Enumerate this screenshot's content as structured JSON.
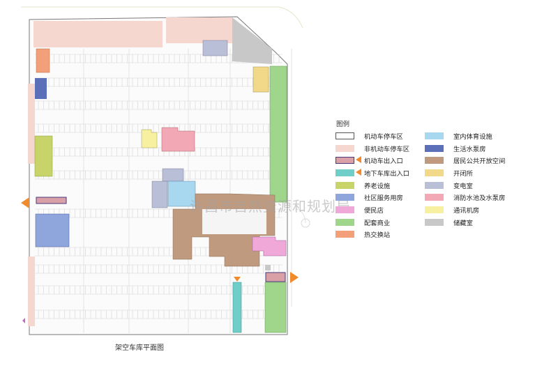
{
  "legend": {
    "title": "图例",
    "items_left": [
      {
        "label": "机动车停车区",
        "color": "#ffffff",
        "border": "#555555",
        "icon": "car-parking-symbol-icon"
      },
      {
        "label": "非机动车停车区",
        "color": "#f6d7cf"
      },
      {
        "label": "机动车出入口",
        "color": "#d9a0a8",
        "border": "#4a3a7a",
        "icon": "entrance-arrow-icon"
      },
      {
        "label": "地下车库出入口",
        "color": "#6fcfc8",
        "icon": "entrance-arrow-icon"
      },
      {
        "label": "养老设施",
        "color": "#c8d46a"
      },
      {
        "label": "社区服务用房",
        "color": "#8ea6dc"
      },
      {
        "label": "便民店",
        "color": "#f0a8d8"
      },
      {
        "label": "配套商业",
        "color": "#9fd68c"
      },
      {
        "label": "热交换站",
        "color": "#f3a07a"
      }
    ],
    "items_right": [
      {
        "label": "室内体育设施",
        "color": "#a8d8f0"
      },
      {
        "label": "生活水泵房",
        "color": "#5b70b8"
      },
      {
        "label": "居民公共开放空间",
        "color": "#c09a7e"
      },
      {
        "label": "开闭所",
        "color": "#f2d98a"
      },
      {
        "label": "变电室",
        "color": "#b8bfd6"
      },
      {
        "label": "消防水池及水泵房",
        "color": "#f2a9b5"
      },
      {
        "label": "通讯机房",
        "color": "#f7f0a0"
      },
      {
        "label": "储藏室",
        "color": "#c8c8c8"
      }
    ]
  },
  "caption": "架空车库平面图",
  "watermark": "许昌市自然资源和规划局",
  "colors": {
    "accent_arrow": "#f08a2a",
    "plan_line": "#d0d0d0",
    "plan_outline": "#6a6a6a"
  }
}
